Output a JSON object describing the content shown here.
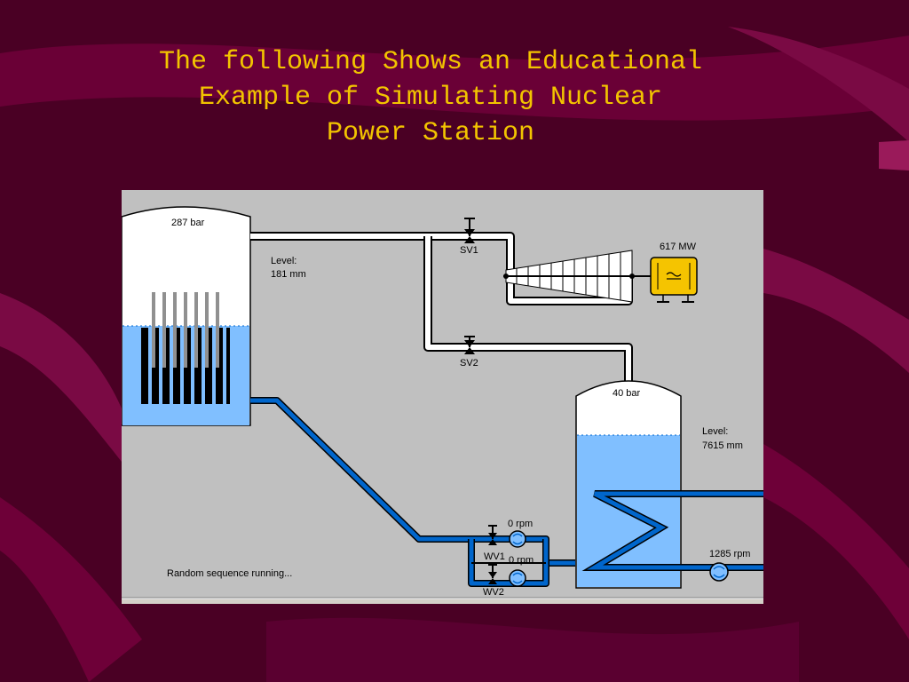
{
  "slide": {
    "title_lines": [
      "The following Shows an Educational",
      "Example of Simulating Nuclear",
      "Power Station"
    ]
  },
  "simulation": {
    "reactor": {
      "pressure": "287 bar",
      "level_label": "Level:",
      "level_value": "181 mm",
      "water_fraction": 0.44
    },
    "valves": {
      "sv1": "SV1",
      "sv2": "SV2",
      "wv1": "WV1",
      "wv2": "WV2"
    },
    "generator": {
      "output": "617 MW"
    },
    "steam_generator": {
      "pressure": "40 bar",
      "level_label": "Level:",
      "level_value": "7615 mm",
      "water_fraction": 0.75
    },
    "pumps": {
      "pump1_speed": "0 rpm",
      "pump2_speed": "0 rpm",
      "cooling_pump_speed": "1285 rpm"
    },
    "status": "Random sequence running...",
    "colors": {
      "water": "#80bfff",
      "pipe_water": "#0066cc",
      "generator": "#f5c400",
      "panel": "#c0c0c0"
    }
  }
}
